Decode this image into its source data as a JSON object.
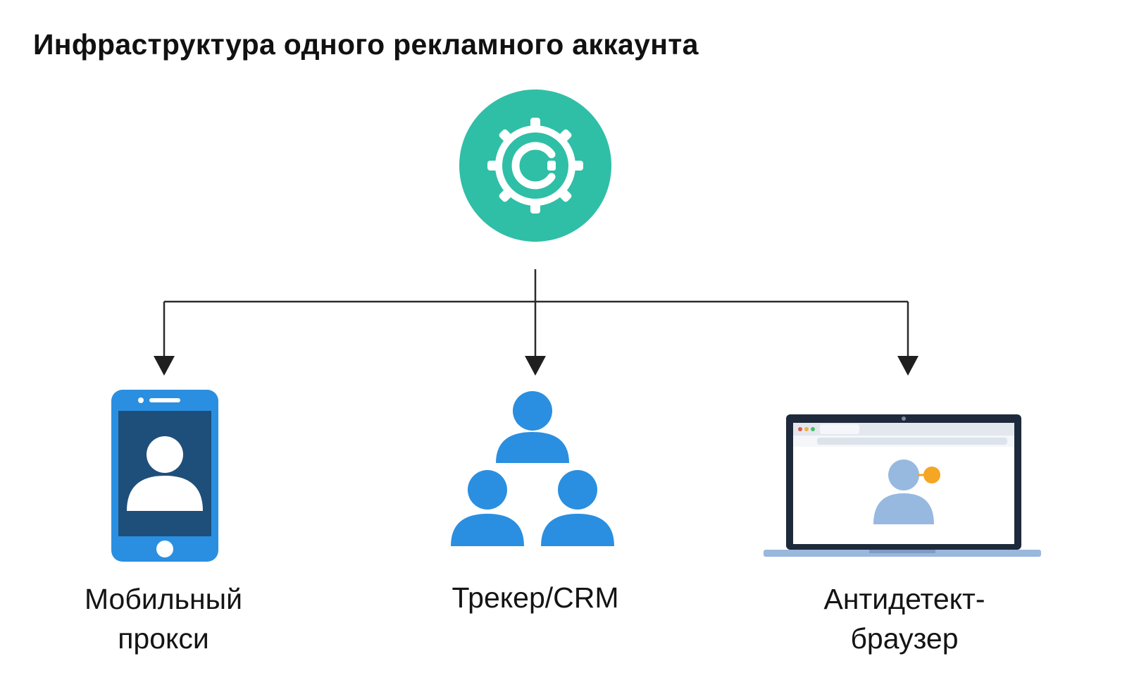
{
  "title": "Инфраструктура одного рекламного аккаунта",
  "hub": {
    "icon": "gear-c-logo-icon",
    "color": "#2fbfa6"
  },
  "nodes": [
    {
      "icon": "mobile-phone-user-icon",
      "label_lines": [
        "Мобильный",
        "прокси"
      ],
      "color": "#2a8fe0"
    },
    {
      "icon": "team-hierarchy-icon",
      "label_lines": [
        "Трекер/CRM"
      ],
      "color": "#2a8fe0"
    },
    {
      "icon": "laptop-browser-icon",
      "label_lines": [
        "Антидетект-",
        "браузер"
      ],
      "color": "#1e2a3c",
      "accent": "#f5a623"
    }
  ]
}
